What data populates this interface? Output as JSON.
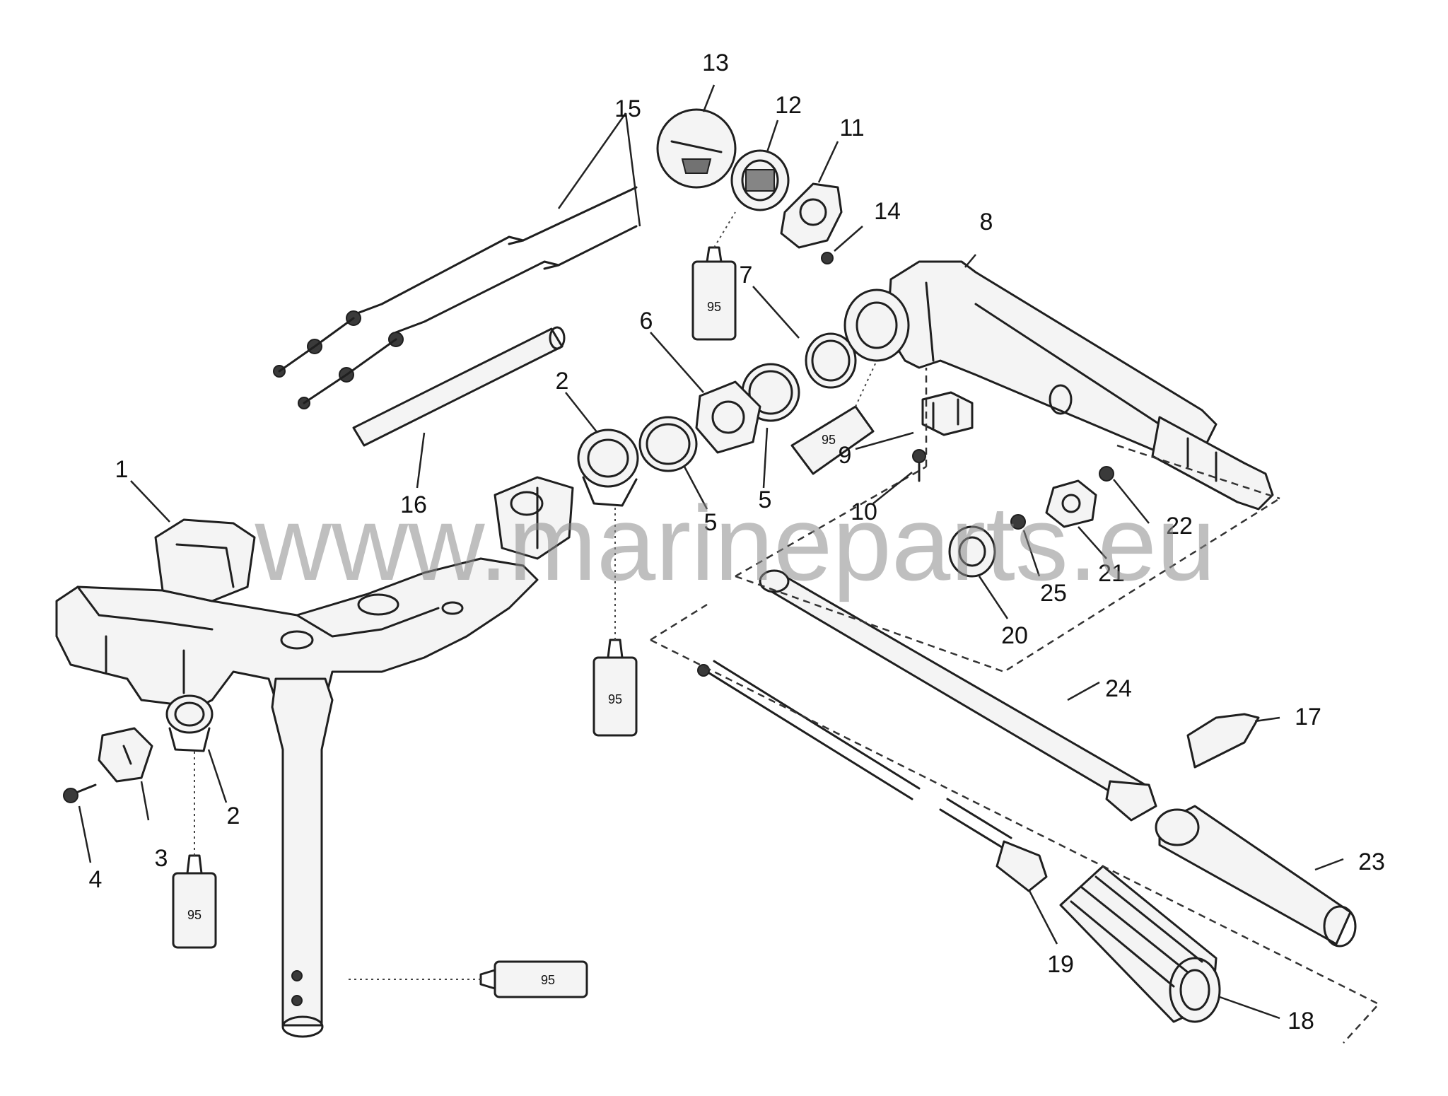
{
  "watermark": "www.marineparts.eu",
  "tube_label": "95",
  "callouts": [
    "1",
    "2",
    "2",
    "3",
    "4",
    "5",
    "5",
    "6",
    "7",
    "8",
    "9",
    "10",
    "11",
    "12",
    "13",
    "14",
    "15",
    "16",
    "17",
    "18",
    "19",
    "20",
    "21",
    "22",
    "23",
    "24",
    "25"
  ]
}
